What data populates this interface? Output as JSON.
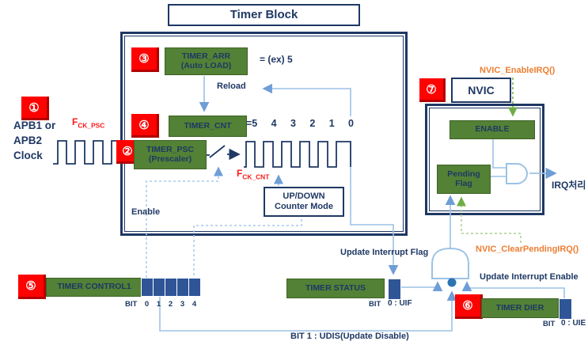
{
  "colors": {
    "navy": "#1f3864",
    "box_green": "#538135",
    "badge_red": "#fe0101",
    "wire_blue": "#9cc2e5",
    "bit_blue": "#2f5597",
    "fn_orange": "#ed7d31",
    "arrow_green": "#70ad47"
  },
  "title": "Timer Block",
  "clock": {
    "badge": "①",
    "line1": "APB1 or",
    "line2": "APB2",
    "line3": "Clock",
    "f_base": "F",
    "f_sub": "CK_PSC"
  },
  "arr": {
    "badge": "③",
    "line1": "TIMER_ARR",
    "line2": "(Auto LOAD)",
    "ex": "= (ex) 5",
    "reload": "Reload"
  },
  "cnt": {
    "badge": "④",
    "label": "TIMER_CNT",
    "countdown": [
      "=5",
      "4",
      "3",
      "2",
      "1",
      "0"
    ]
  },
  "psc": {
    "badge": "②",
    "line1": "TIMER_PSC",
    "line2": "(Prescaler)",
    "f_base": "F",
    "f_sub": "CK_CNT"
  },
  "updown": {
    "line1": "UP/DOWN",
    "line2": "Counter Mode"
  },
  "enable_label": "Enable",
  "nvic": {
    "badge": "⑦",
    "title": "NVIC",
    "enable_fn": "NVIC_EnableIRQ()",
    "enable_box": "ENABLE",
    "pending1": "Pending",
    "pending2": "Flag",
    "irq": "IRQ처리",
    "clear_fn": "NVIC_ClearPendingIRQ()"
  },
  "control1": {
    "badge": "⑤",
    "label": "TIMER CONTROL1",
    "bit_word": "BIT",
    "bits": [
      "0",
      "1",
      "2",
      "3",
      "4"
    ]
  },
  "status": {
    "label": "TIMER STATUS",
    "bit_word": "BIT",
    "bit": "0 : UIF",
    "flag_text": "Update Interrupt Flag"
  },
  "dier": {
    "badge": "⑥",
    "label": "TIMER DIER",
    "bit_word": "BIT",
    "bit": "0 : UIE",
    "enable_text": "Update Interrupt Enable"
  },
  "udis_text": "BIT 1 : UDIS(Update Disable)"
}
